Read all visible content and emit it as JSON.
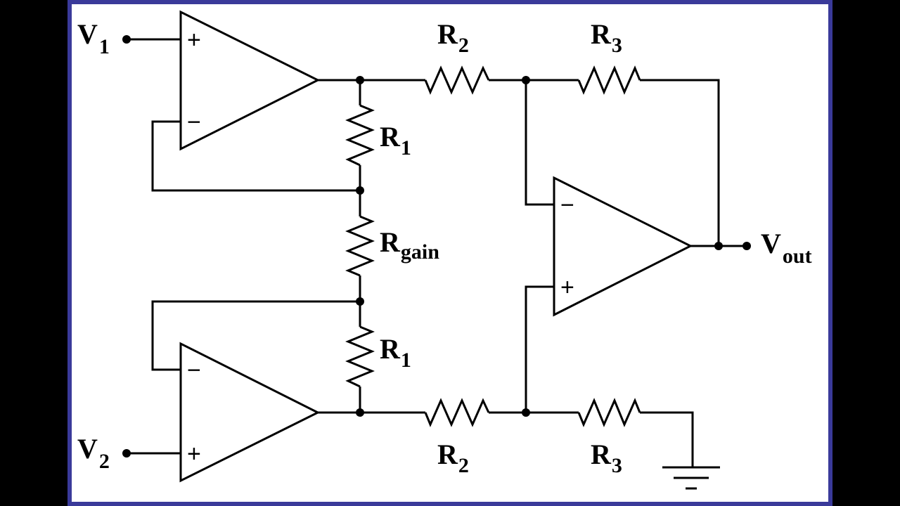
{
  "colors": {
    "background": "#000000",
    "panel": "#ffffff",
    "frame": "#3a3a9a",
    "ink": "#000000"
  },
  "labels": {
    "v1": {
      "main": "V",
      "sub": "1"
    },
    "v2": {
      "main": "V",
      "sub": "2"
    },
    "vout": {
      "main": "V",
      "sub": "out"
    },
    "r2_top": {
      "main": "R",
      "sub": "2"
    },
    "r3_top": {
      "main": "R",
      "sub": "3"
    },
    "r1_upper": {
      "main": "R",
      "sub": "1"
    },
    "rgain": {
      "main": "R",
      "sub": "gain"
    },
    "r1_lower": {
      "main": "R",
      "sub": "1"
    },
    "r2_bottom": {
      "main": "R",
      "sub": "2"
    },
    "r3_bottom": {
      "main": "R",
      "sub": "3"
    }
  },
  "pins": {
    "amp1_plus": "+",
    "amp1_minus": "−",
    "amp2_minus": "−",
    "amp2_plus": "+",
    "amp3_minus": "−",
    "amp3_plus": "+"
  }
}
